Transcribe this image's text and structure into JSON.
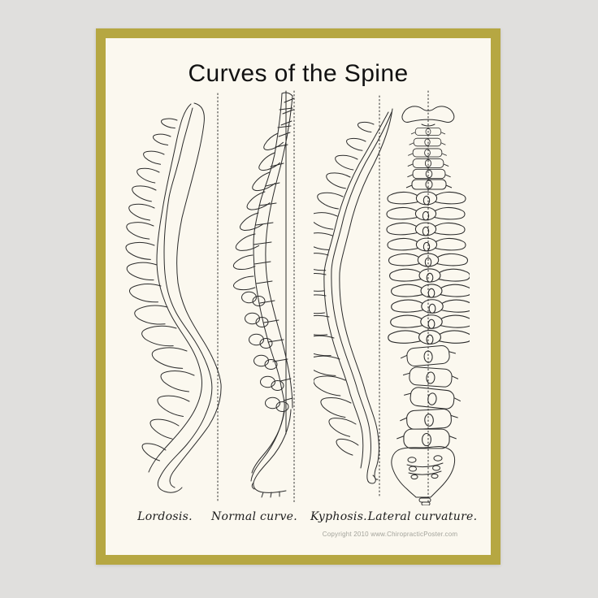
{
  "poster": {
    "title": "Curves of the Spine",
    "figures": [
      {
        "label": "Lordosis."
      },
      {
        "label": "Normal curve."
      },
      {
        "label": "Kyphosis."
      },
      {
        "label": "Lateral curvature."
      }
    ],
    "copyright": "Copyright 2010 www.ChiropracticPoster.com"
  },
  "colors": {
    "background": "#e0dfdd",
    "frame_gold": "#b6a742",
    "paper": "#fbf8ef",
    "ink": "#2b2b2b"
  }
}
